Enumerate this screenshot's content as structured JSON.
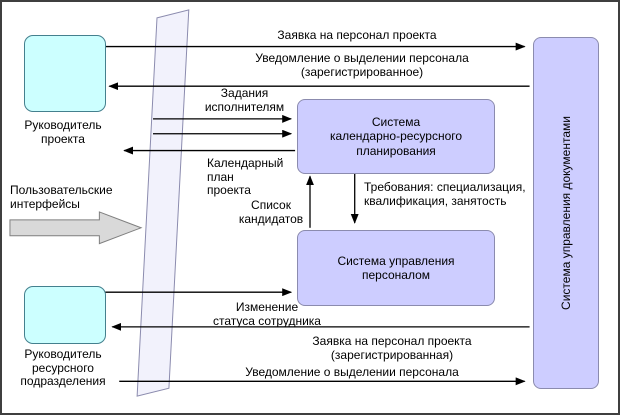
{
  "nodes": {
    "project_manager": "Руководитель\nпроекта",
    "resource_manager": "Руководитель\nресурсного\nподразделения",
    "user_interfaces": "Пользовательские\nинтерфейсы",
    "planning_system": "Система\nкалендарно-ресурсного\nпланирования",
    "hr_system": "Система управления\nперсоналом",
    "document_system": "Система управления документами"
  },
  "flows": {
    "staff_request": "Заявка на персонал проекта",
    "allocation_notice_registered": "Уведомление о выделении персонала\n(зарегистрированное)",
    "tasks_to_executors": "Задания\nисполнителям",
    "calendar_plan": "Календарный\nплан\nпроекта",
    "requirements": "Требования: специализация,\nквалификация, занятость",
    "candidate_list": "Список\nкандидатов",
    "employee_status_change": "Изменение\nстатуса сотрудника",
    "staff_request_registered": "Заявка на персонал проекта\n(зарегистрированная)",
    "allocation_notice": "Уведомление о выделении персонала"
  },
  "colors": {
    "actor_fill": "#ccffff",
    "actor_border": "#44808e",
    "system_fill": "#cdcdff",
    "system_border": "#8b8bae",
    "plane_fill": "#f2f2fc",
    "big_arrow_fill": "#d9d9d9",
    "line": "#000000"
  }
}
